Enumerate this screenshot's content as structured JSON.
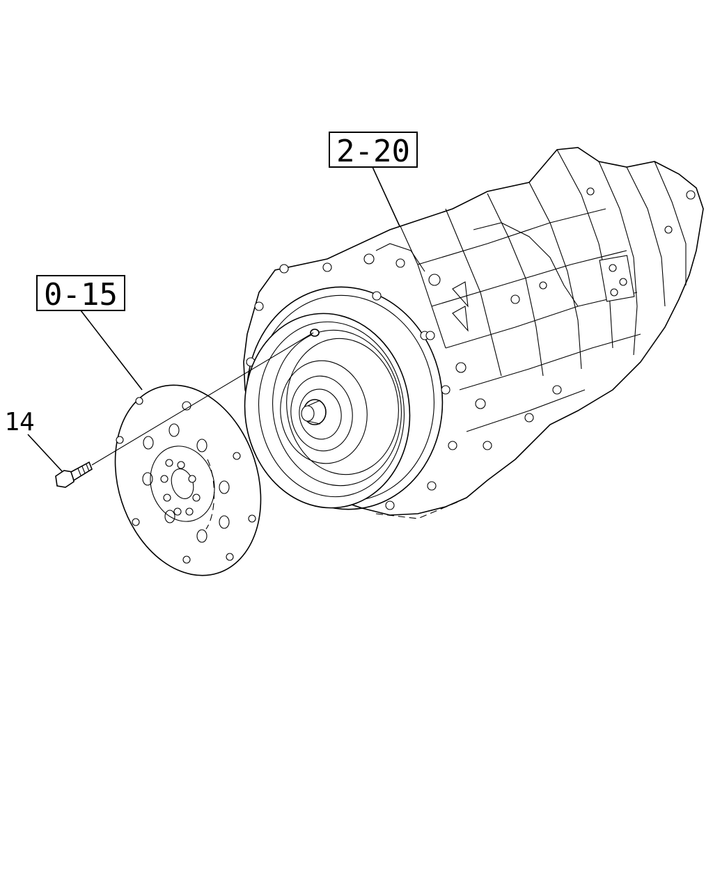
{
  "callouts": {
    "transmission_ref": "2-20",
    "flexplate_ref": "0-15",
    "bolt_part_no": "14"
  },
  "colors": {
    "line": "#000000",
    "background": "#ffffff"
  }
}
